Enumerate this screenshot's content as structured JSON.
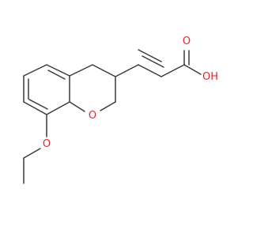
{
  "molecule": {
    "atoms": {
      "ring_oxygen": "O",
      "ether_oxygen": "O",
      "carbonyl_oxygen": "O",
      "hydroxyl": "OH"
    },
    "colors": {
      "bond": "#3a3a3a",
      "oxygen": "#e8242b"
    }
  }
}
